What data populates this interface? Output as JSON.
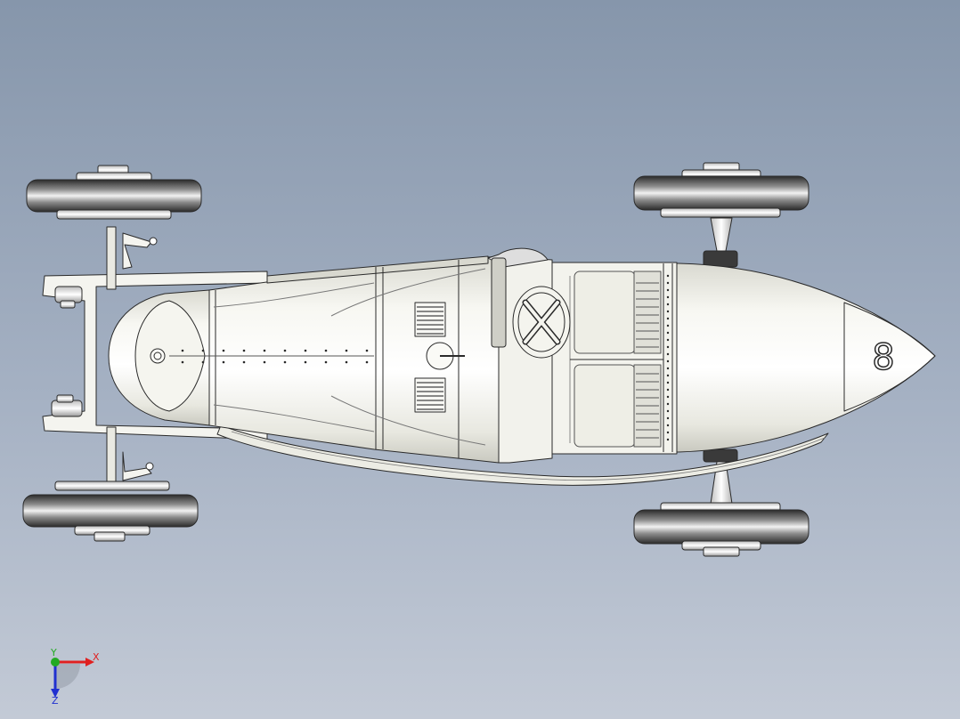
{
  "viewport": {
    "background_top": "#8696ab",
    "background_bottom": "#c3cad6"
  },
  "model": {
    "car_number": "8",
    "body_color": "#efefe8",
    "outline_color": "#2a2a2a",
    "tire_color": "#3a3a3a"
  },
  "triad": {
    "x_label": "X",
    "y_label": "Y",
    "z_label": "Z",
    "x_color": "#e02020",
    "y_color": "#22aa22",
    "z_color": "#2030d0"
  }
}
